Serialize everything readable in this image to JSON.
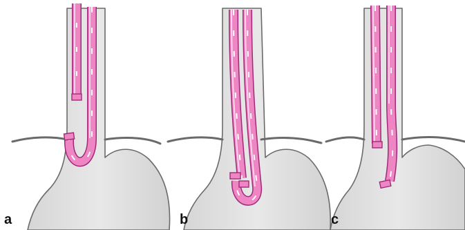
{
  "colors": {
    "organ_fill": "#e2e2e2",
    "organ_stroke": "#6a6a6a",
    "tube_fill": "#ee86c4",
    "tube_stroke": "#a02a78",
    "tube_highlight": "#fbd3ec",
    "tube_marks": "#ffffff"
  },
  "panels": [
    {
      "label": "a"
    },
    {
      "label": "b"
    },
    {
      "label": "c"
    }
  ]
}
